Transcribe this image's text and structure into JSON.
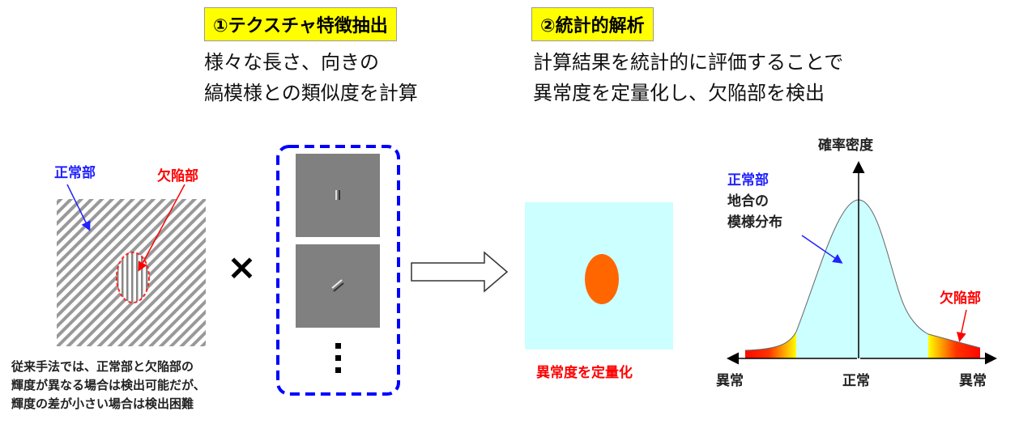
{
  "step1": {
    "title": "①テクスチャ特徴抽出",
    "desc": [
      "様々な長さ、向きの",
      "縞模様との類似度を計算"
    ]
  },
  "step2": {
    "title": "②統計的解析",
    "desc": [
      "計算結果を統計的に評価することで",
      "異常度を定量化し、欠陥部を検出"
    ]
  },
  "left": {
    "normal_label": "正常部",
    "defect_label": "欠陥部",
    "multiply": "×",
    "note": [
      "従来手法では、正常部と欠陥部の",
      "輝度が異なる場合は検出可能だが、",
      "輝度の差が小さい場合は検出困難"
    ]
  },
  "middle": {
    "caption": "異常度を定量化"
  },
  "chart": {
    "y_label": "確率密度",
    "normal_label": "正常部",
    "normal_desc": [
      "地合の",
      "模様分布"
    ],
    "defect_label": "欠陥部",
    "x_left": "異常",
    "x_center": "正常",
    "x_right": "異常"
  },
  "colors": {
    "highlight": "#ffff00",
    "normal": "#2222ff",
    "defect": "#ff0000",
    "distribution": "#ccffff",
    "anomaly": "#ff6600"
  }
}
